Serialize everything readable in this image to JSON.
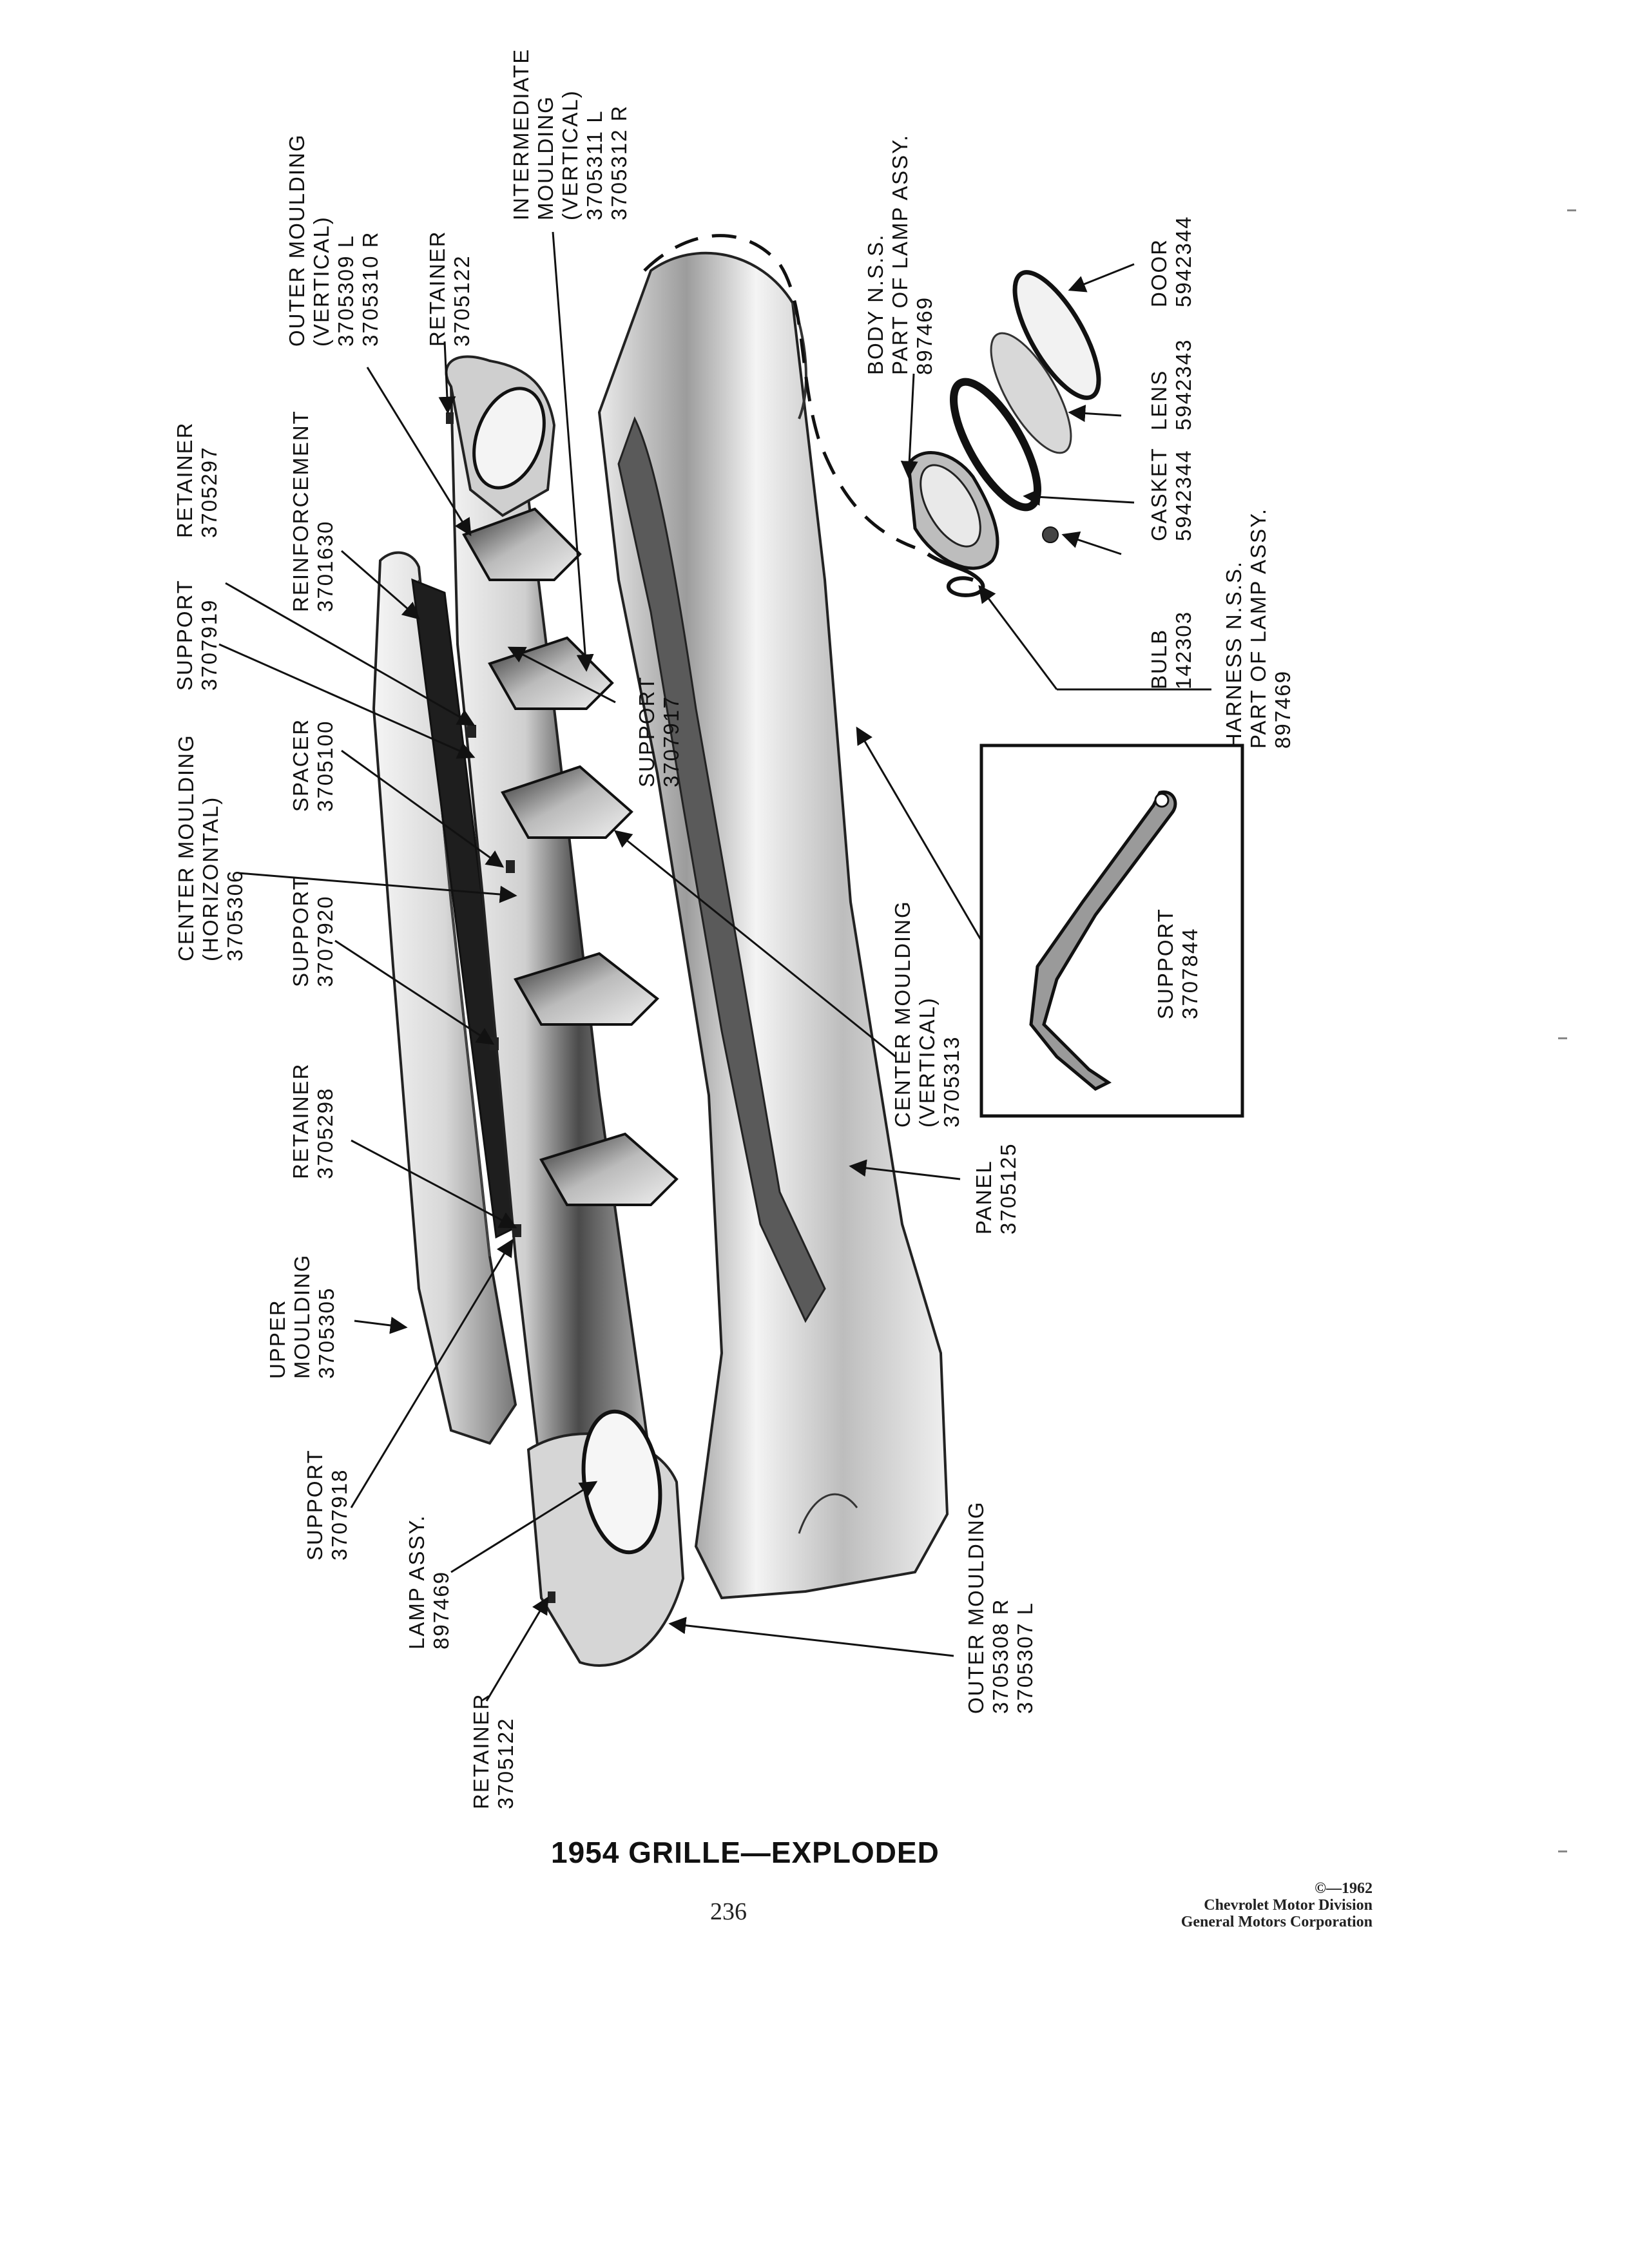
{
  "figure": {
    "title": "1954 GRILLE—EXPLODED",
    "page_number": "236",
    "copyright": [
      "©—1962",
      "Chevrolet Motor Division",
      "General Motors Corporation"
    ]
  },
  "labels": {
    "retainer_3705297": "RETAINER\n3705297",
    "support_3707919": "SUPPORT\n3707919",
    "center_moulding_horizontal": "CENTER MOULDING\n(HORIZONTAL)\n3705306",
    "reinforcement": "REINFORCEMENT\n3701630",
    "spacer": "SPACER\n3705100",
    "support_3707920": "SUPPORT\n3707920",
    "retainer_3705298": "RETAINER\n3705298",
    "upper_moulding": "UPPER\nMOULDING\n3705305",
    "support_3707918": "SUPPORT\n3707918",
    "lamp_assy": "LAMP ASSY.\n897469",
    "retainer_3705122_bottom": "RETAINER\n3705122",
    "outer_moulding_vertical": "OUTER MOULDING\n(VERTICAL)\n3705309 L\n3705310 R",
    "retainer_3705122_top": "RETAINER\n3705122",
    "intermediate_moulding": "INTERMEDIATE\nMOULDING\n(VERTICAL)\n3705311 L\n3705312 R",
    "body_nss": "BODY N.S.S.\nPART OF LAMP ASSY.\n897469",
    "door": "DOOR\n5942344",
    "lens": "LENS\n5942343",
    "gasket": "GASKET\n5942344",
    "bulb": "BULB\n142303",
    "harness": "HARNESS N.S.S.\nPART OF LAMP ASSY.\n897469",
    "support_3707917": "SUPPORT\n3707917",
    "support_3707844": "SUPPORT\n3707844",
    "center_moulding_vertical": "CENTER MOULDING\n(VERTICAL)\n3705313",
    "panel": "PANEL\n3705125",
    "outer_moulding_bottom": "OUTER MOULDING\n3705308 R\n3705307 L"
  },
  "colors": {
    "ink": "#111111",
    "shade_dark": "#3a3a3a",
    "shade_mid": "#8a8a8a",
    "shade_light": "#cfcfcf",
    "paper": "#ffffff"
  }
}
